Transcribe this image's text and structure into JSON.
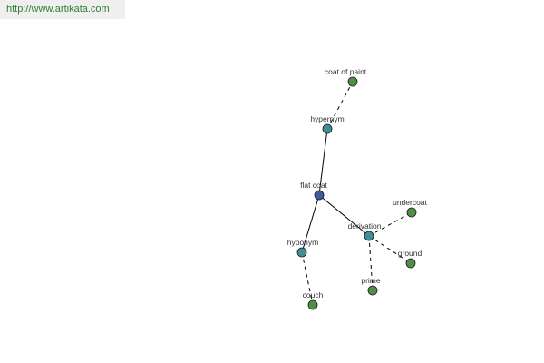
{
  "banner": {
    "url": "http://www.artikata.com"
  },
  "colors": {
    "center": "#3b5aa0",
    "relation": "#3f8f95",
    "word": "#4f8f45",
    "edge": "#000000",
    "banner_text": "#2f7f2f",
    "banner_bg": "#efefef"
  },
  "graph": {
    "nodes": [
      {
        "id": "flat-coat",
        "label": "flat coat",
        "kind": "center"
      },
      {
        "id": "hypernym",
        "label": "hypernym",
        "kind": "relation"
      },
      {
        "id": "coat-of-paint",
        "label": "coat of paint",
        "kind": "word"
      },
      {
        "id": "derivation",
        "label": "derivation",
        "kind": "relation"
      },
      {
        "id": "undercoat",
        "label": "undercoat",
        "kind": "word"
      },
      {
        "id": "ground",
        "label": "ground",
        "kind": "word"
      },
      {
        "id": "prime",
        "label": "prime",
        "kind": "word"
      },
      {
        "id": "hyponym",
        "label": "hyponym",
        "kind": "relation"
      },
      {
        "id": "couch",
        "label": "couch",
        "kind": "word"
      }
    ],
    "edges": [
      {
        "from": "flat-coat",
        "to": "hypernym",
        "style": "solid"
      },
      {
        "from": "flat-coat",
        "to": "derivation",
        "style": "solid"
      },
      {
        "from": "flat-coat",
        "to": "hyponym",
        "style": "solid"
      },
      {
        "from": "hypernym",
        "to": "coat-of-paint",
        "style": "dashed"
      },
      {
        "from": "derivation",
        "to": "undercoat",
        "style": "dashed"
      },
      {
        "from": "derivation",
        "to": "ground",
        "style": "dashed"
      },
      {
        "from": "derivation",
        "to": "prime",
        "style": "dashed"
      },
      {
        "from": "hyponym",
        "to": "couch",
        "style": "dashed"
      }
    ]
  }
}
